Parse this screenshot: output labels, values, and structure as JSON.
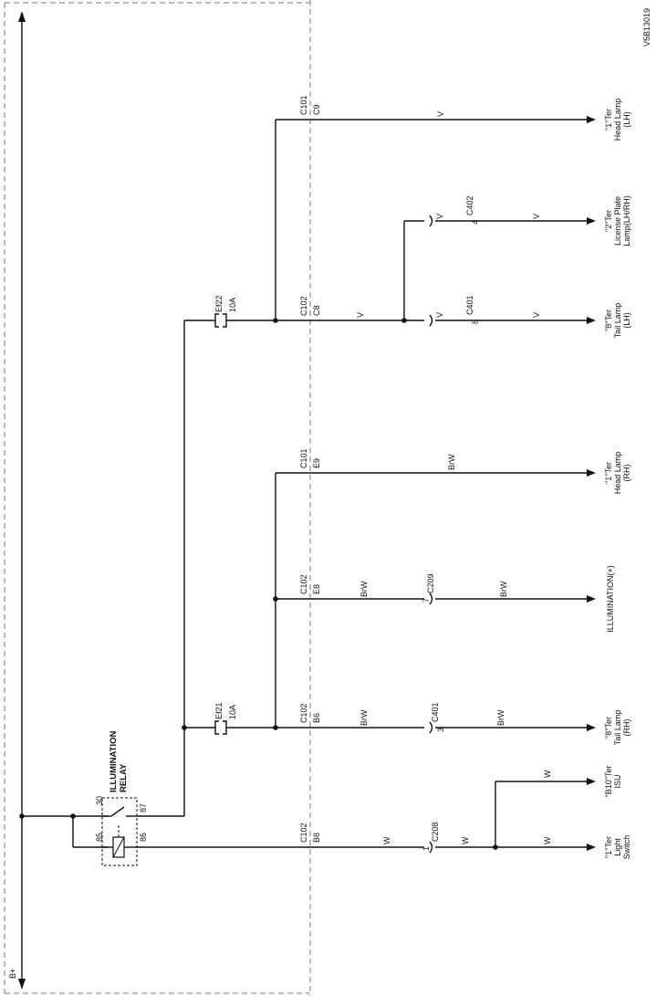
{
  "diagram_id": "V5B13019",
  "supply": "B+",
  "relay": {
    "title_line1": "ILLUMINATION",
    "title_line2": "RELAY",
    "pin30": "30",
    "pin87": "87",
    "pin85": "85",
    "pin86": "86"
  },
  "fuses": {
    "ef21": {
      "name": "Ef21",
      "rating": "10A"
    },
    "ef22": {
      "name": "Ef22",
      "rating": "10A"
    }
  },
  "connectors": {
    "c101": "C101",
    "c102": "C102",
    "c208": "C208",
    "c209": "C209",
    "c401": "C401",
    "c402": "C402"
  },
  "pins": {
    "c9": "C9",
    "c8": "C8",
    "e9": "E9",
    "e8": "E8",
    "b6": "B6",
    "b8": "B8",
    "p4": "4",
    "p8": "8",
    "p7": "7",
    "p3": "3",
    "p1": "1"
  },
  "wire_colors": {
    "v": "V",
    "brw": "BrW",
    "w": "W"
  },
  "loads": {
    "head_lh": {
      "ter": "\"1\"Ter",
      "name": "Head Lamp",
      "side": "(LH)"
    },
    "license": {
      "ter": "\"2\"Ter",
      "name": "License Plate",
      "side": "Lamp(LH/RH)"
    },
    "tail_lh": {
      "ter": "\"8\"Ter",
      "name": "Tail Lamp",
      "side": "(LH)"
    },
    "head_rh": {
      "ter": "\"1\"Ter",
      "name": "Head Lamp",
      "side": "(RH)"
    },
    "illum": {
      "name": "ILLUMINATION(+)"
    },
    "tail_rh": {
      "ter": "\"8\"Ter",
      "name": "Tail Lamp",
      "side": "(RH)"
    },
    "isu": {
      "ter": "\"B10\"Ter",
      "name": "ISU"
    },
    "light_sw": {
      "ter": "\"1\"Ter",
      "name": "Light",
      "side": "Switch"
    }
  }
}
